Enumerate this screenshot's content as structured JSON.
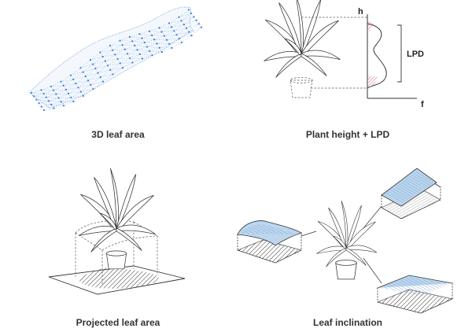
{
  "panels": {
    "leaf_area": {
      "caption": "3D leaf area"
    },
    "height_lpd": {
      "caption": "Plant height + LPD",
      "axis_y": "h",
      "axis_x": "f",
      "bracket_label": "LPD"
    },
    "projected": {
      "caption": "Projected leaf area"
    },
    "inclination": {
      "caption": "Leaf inclination"
    }
  },
  "colors": {
    "mesh_point": "#3a7bd5",
    "mesh_line": "#7aa7e0",
    "ink": "#333333",
    "shade_blue": "#bcd6ee",
    "hatch_pink": "#d04a8a",
    "caption": "#333333"
  }
}
